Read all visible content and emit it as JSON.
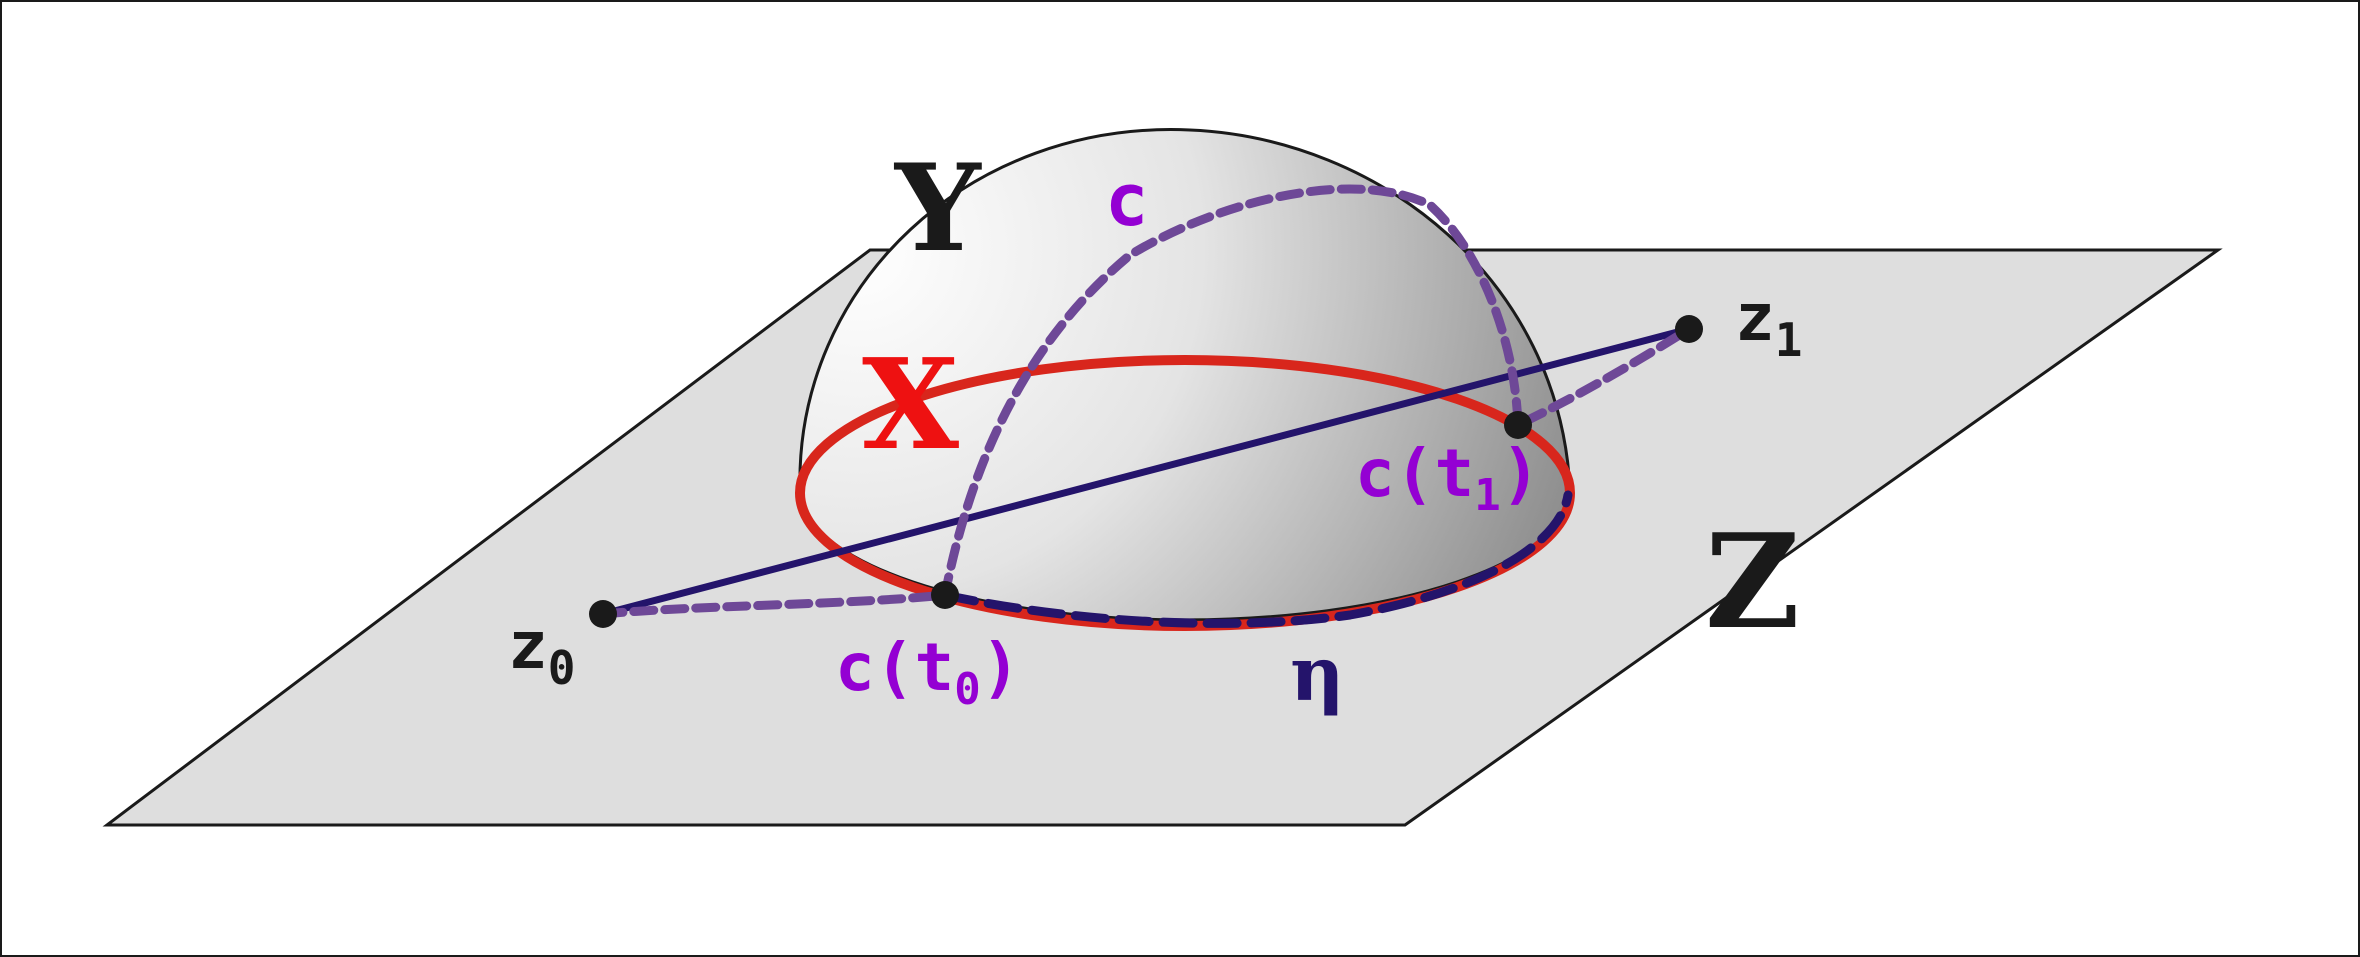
{
  "labels": {
    "Y": "Y",
    "X": "X",
    "Z": "Z",
    "c": "c",
    "eta": "η",
    "z0_base": "z",
    "z0_sub": "0",
    "z1_base": "z",
    "z1_sub": "1",
    "ct0_pre": "c(t",
    "ct0_sub": "0",
    "ct0_post": ")",
    "ct1_pre": "c(t",
    "ct1_sub": "1",
    "ct1_post": ")"
  },
  "colors": {
    "plane_fill": "#dedede",
    "outline": "#1a1a1a",
    "red_circle": "#d8261c",
    "segment": "#24146b",
    "dashed_curve": "#6e4897",
    "purple_label": "#9400d3",
    "red_label": "#ee1111",
    "point": "#1a1a1a"
  }
}
